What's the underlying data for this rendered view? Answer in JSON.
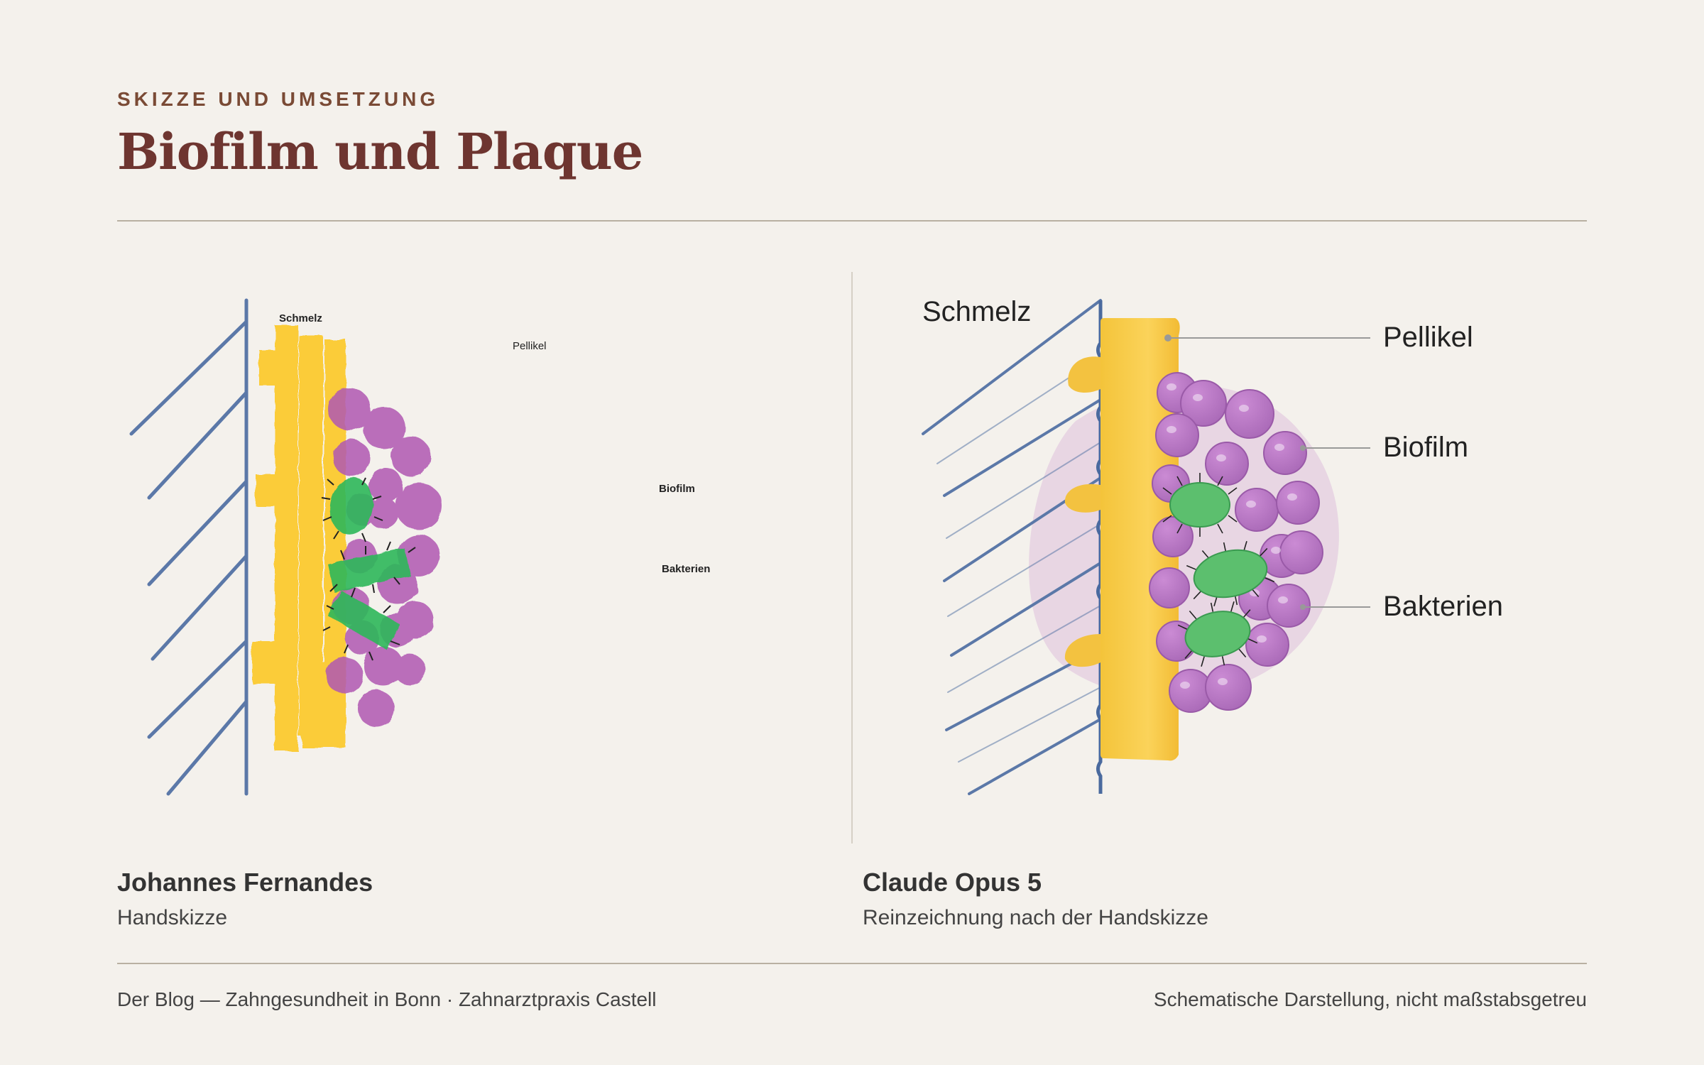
{
  "header": {
    "eyebrow": "SKIZZE UND UMSETZUNG",
    "title": "Biofilm und Plaque"
  },
  "sketch": {
    "labels": {
      "schmelz": "Schmelz",
      "pellikel": "Pellikel",
      "biofilm": "Biofilm",
      "bakterien": "Bakterien"
    },
    "author": "Johannes Fernandes",
    "subtitle": "Handskizze"
  },
  "rendering": {
    "labels": {
      "schmelz": "Schmelz",
      "pellikel": "Pellikel",
      "biofilm": "Biofilm",
      "bakterien": "Bakterien"
    },
    "author": "Claude Opus 5",
    "subtitle": "Reinzeichnung nach der Handskizze"
  },
  "footer": {
    "left": "Der Blog — Zahngesundheit in Bonn · Zahnarztpraxis Castell",
    "right": "Schematische Darstellung, nicht maßstabsgetreu"
  },
  "colors": {
    "enamel_lines": "#5b78a8",
    "pellicle": "#f7c836",
    "biofilm_cells": "#b06ab8",
    "bacteria": "#3cb65a",
    "title": "#6e3530",
    "eyebrow": "#7a4a35"
  }
}
